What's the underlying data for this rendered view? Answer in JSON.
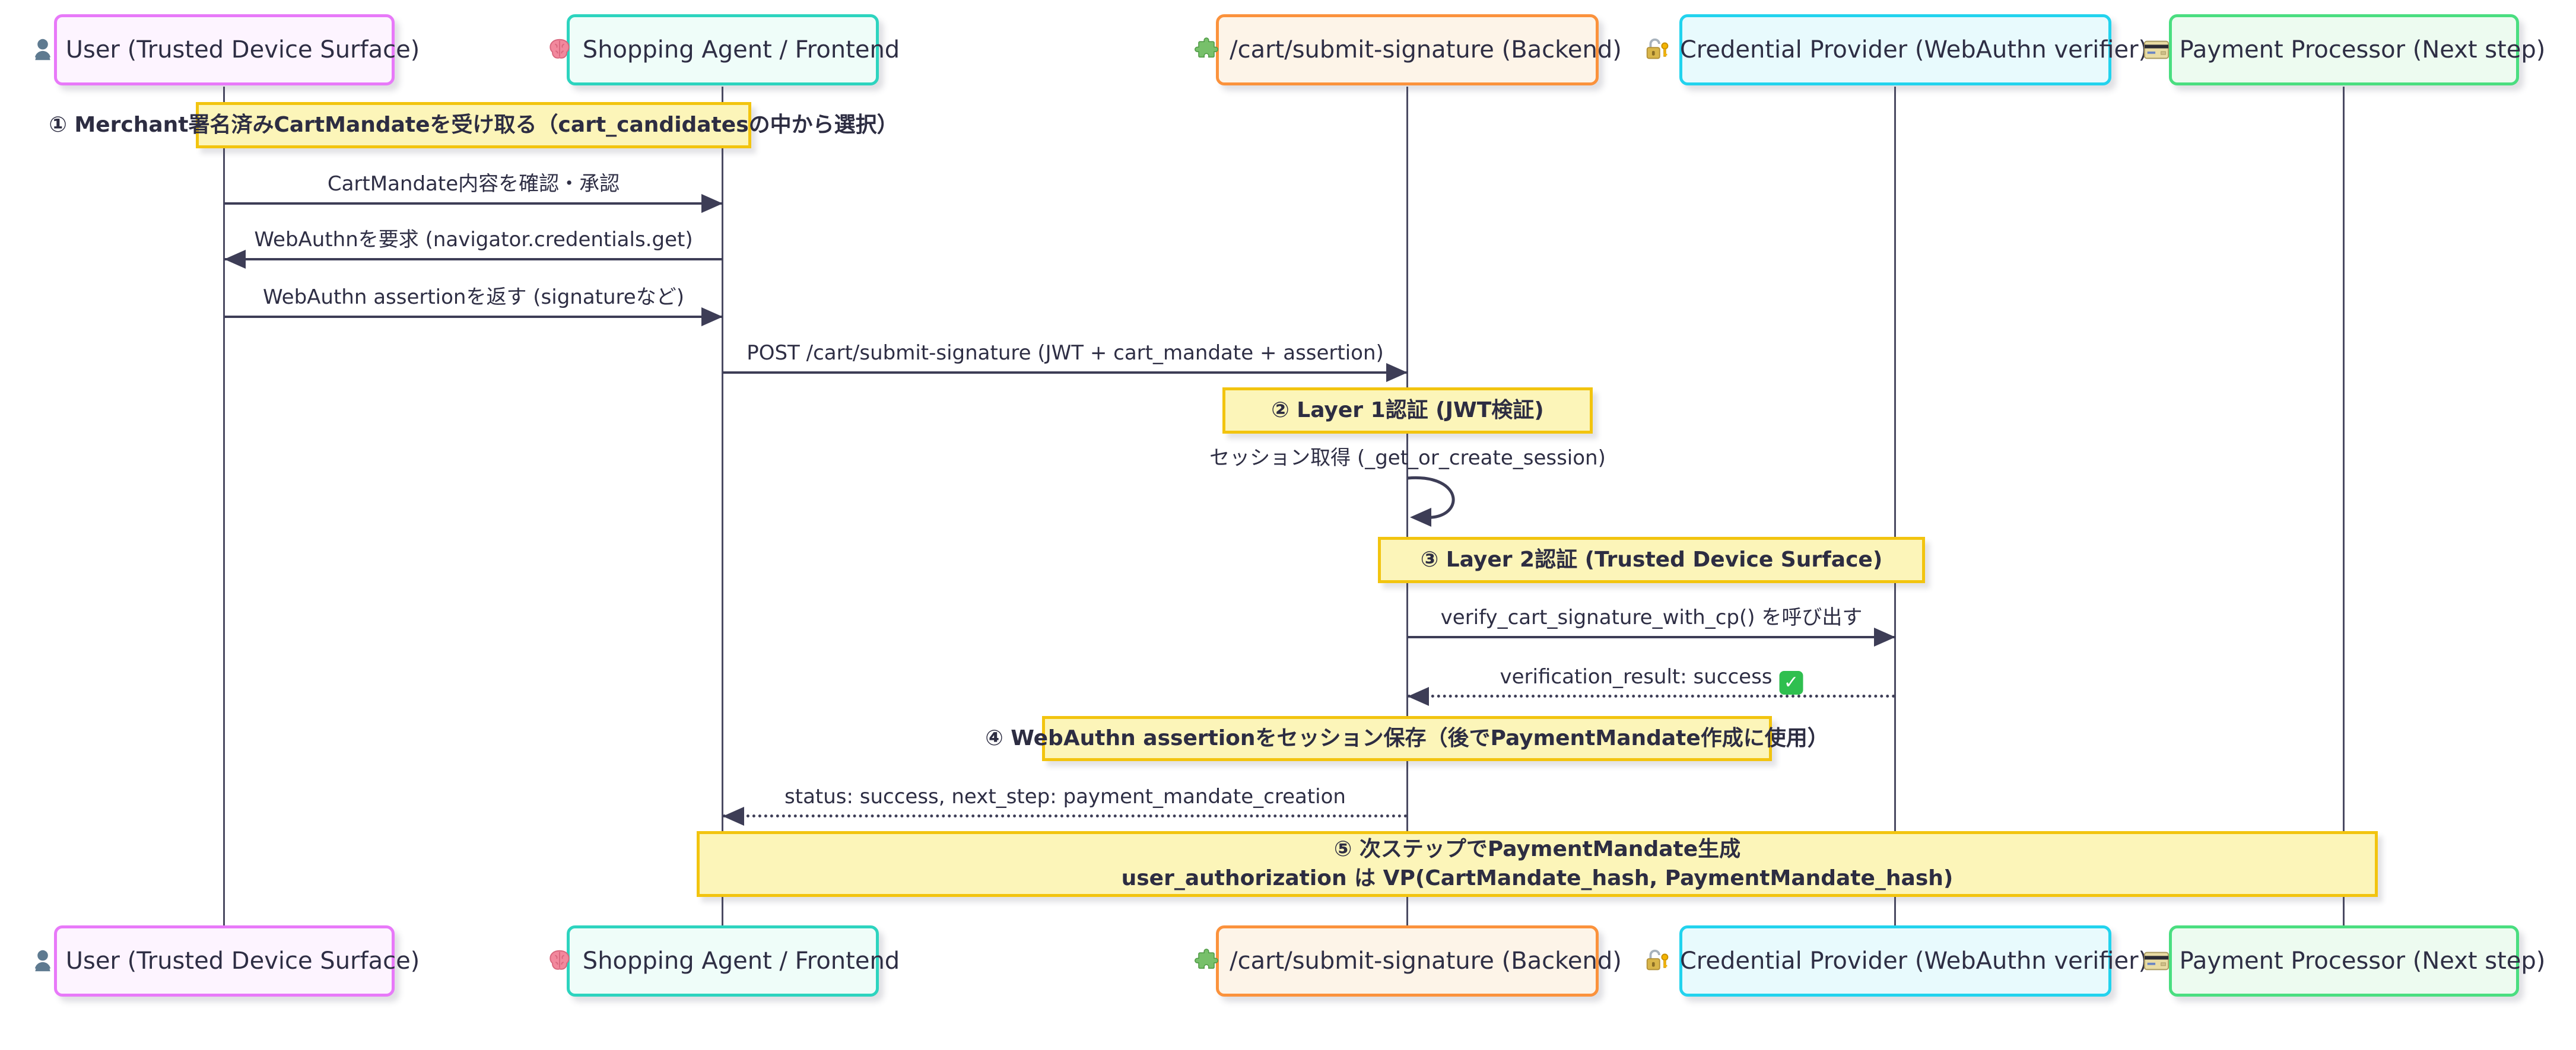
{
  "diagram_type": "sequence-diagram",
  "actors": [
    {
      "label": "User (Trusted Device Surface)",
      "icon": "user-icon",
      "border": "#e879f9",
      "fill": "#fdf4ff"
    },
    {
      "label": "Shopping Agent / Frontend",
      "icon": "brain-icon",
      "border": "#2dd4bf",
      "fill": "#effdf9"
    },
    {
      "label": "/cart/submit-signature (Backend)",
      "icon": "puzzle-icon",
      "border": "#fb923c",
      "fill": "#fdf4e8"
    },
    {
      "label": "Credential Provider (WebAuthn verifier)",
      "icon": "lock-icon",
      "border": "#22d3ee",
      "fill": "#e8fafd"
    },
    {
      "label": "Payment Processor (Next step)",
      "icon": "credit-card-icon",
      "border": "#4ade80",
      "fill": "#edfbf0"
    }
  ],
  "notes": [
    {
      "text": "① Merchant署名済みCartMandateを受け取る（cart_candidatesの中から選択）"
    },
    {
      "text": "② Layer 1認証 (JWT検証)"
    },
    {
      "text": "③ Layer 2認証 (Trusted Device Surface)"
    },
    {
      "text": "④ WebAuthn assertionをセッション保存（後でPaymentMandate作成に使用）"
    },
    {
      "line1": "⑤ 次ステップでPaymentMandate生成",
      "line2": "user_authorization は VP(CartMandate_hash, PaymentMandate_hash)"
    }
  ],
  "messages": [
    {
      "text": "CartMandate内容を確認・承認",
      "from": "User (Trusted Device Surface)",
      "to": "Shopping Agent / Frontend",
      "line": "solid"
    },
    {
      "text": "WebAuthnを要求 (navigator.credentials.get)",
      "from": "Shopping Agent / Frontend",
      "to": "User (Trusted Device Surface)",
      "line": "solid"
    },
    {
      "text": "WebAuthn assertionを返す (signatureなど)",
      "from": "User (Trusted Device Surface)",
      "to": "Shopping Agent / Frontend",
      "line": "solid"
    },
    {
      "text": "POST /cart/submit-signature (JWT + cart_mandate + assertion)",
      "from": "Shopping Agent / Frontend",
      "to": "/cart/submit-signature (Backend)",
      "line": "solid"
    },
    {
      "text": "セッション取得 (_get_or_create_session)",
      "from": "/cart/submit-signature (Backend)",
      "to": "/cart/submit-signature (Backend)",
      "line": "solid-self"
    },
    {
      "text": "verify_cart_signature_with_cp() を呼び出す",
      "from": "/cart/submit-signature (Backend)",
      "to": "Credential Provider (WebAuthn verifier)",
      "line": "solid"
    },
    {
      "text": "verification_result: success",
      "status_icon_glyph": "✓",
      "status_icon": "success-check-icon",
      "from": "Credential Provider (WebAuthn verifier)",
      "to": "/cart/submit-signature (Backend)",
      "line": "dotted"
    },
    {
      "text": "status: success, next_step: payment_mandate_creation",
      "from": "/cart/submit-signature (Backend)",
      "to": "Shopping Agent / Frontend",
      "line": "dotted"
    }
  ],
  "colors": {
    "note_fill": "#fcf5b9",
    "note_border": "#f2c40f",
    "arrow": "#3d3d56",
    "text": "#2e2e44",
    "lifeline": "#4a4a62",
    "success_check": "#2fbf4f"
  }
}
